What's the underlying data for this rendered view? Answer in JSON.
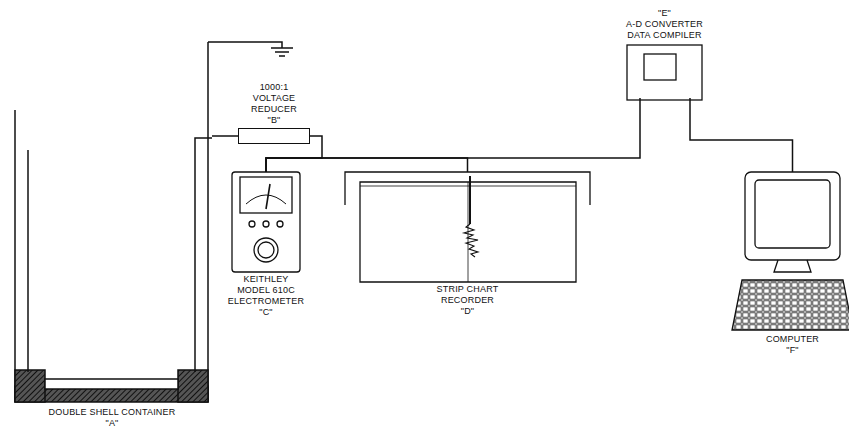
{
  "diagram": {
    "nodes": [
      {
        "text": [
          "DOUBLE SHELL CONTAINER",
          "\"A\""
        ]
      },
      {
        "text": [
          "1000:1 VOLTAGE REDUCER",
          "\"B\""
        ]
      },
      {
        "text": [
          "KEITHLEY MODEL 610C ELECTROMETER",
          "\"C\""
        ]
      },
      {
        "text": [
          "STRIP CHART RECORDER",
          "\"D\""
        ]
      },
      {
        "text": [
          "\"E\"",
          "A-D CONVERTER DATA COMPILER"
        ]
      },
      {
        "text": [
          "COMPUTER",
          "\"F\""
        ]
      }
    ],
    "edges": [
      {
        "from": 0,
        "to": 1,
        "arrow": "none"
      },
      {
        "from": 1,
        "to": 2,
        "arrow": "none"
      },
      {
        "from": 2,
        "to": 3,
        "arrow": "none"
      },
      {
        "from": 2,
        "to": 4,
        "arrow": "none"
      },
      {
        "from": 4,
        "to": 5,
        "arrow": "none"
      }
    ]
  }
}
